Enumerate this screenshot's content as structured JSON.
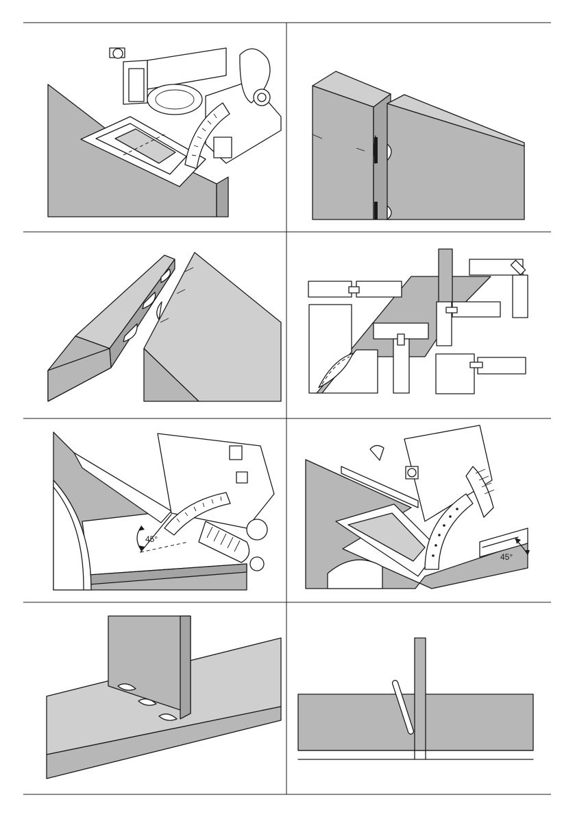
{
  "figures": [
    {
      "id": "biscuit-joiner-on-board",
      "label": ""
    },
    {
      "id": "panels-with-slots",
      "label": ""
    },
    {
      "id": "mitered-corner-slots",
      "label": ""
    },
    {
      "id": "joint-types-overview",
      "label": ""
    },
    {
      "id": "angled-fence-left",
      "label": "45°"
    },
    {
      "id": "angled-fence-right",
      "label": "45°"
    },
    {
      "id": "t-joint-slots",
      "label": ""
    },
    {
      "id": "t-joint-with-biscuit",
      "label": ""
    }
  ],
  "colors": {
    "wood": "#b7b7b7",
    "line": "#1a1a1a",
    "paper": "#ffffff"
  }
}
